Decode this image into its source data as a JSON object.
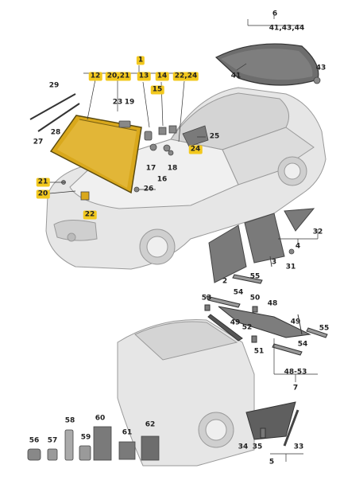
{
  "colors": {
    "highlight": "#f2c81e",
    "glass_yellow": "#d9a81c",
    "glass_dark": "#6d6d6d",
    "car_body": "#e6e6e6"
  },
  "callouts": {
    "c1": "1",
    "c2": "2",
    "c3": "3",
    "c4": "4",
    "c5": "5",
    "c6": "6",
    "c7": "7",
    "c12": "12",
    "c13": "13",
    "c14": "14",
    "c15": "15",
    "c16": "16",
    "c17": "17",
    "c18": "18",
    "c19": "19",
    "c20": "20",
    "c21": "21",
    "c22": "22",
    "c23": "23",
    "c24": "24",
    "c25": "25",
    "c26": "26",
    "c27": "27",
    "c28": "28",
    "c29": "29",
    "c31": "31",
    "c32": "32",
    "c33": "33",
    "c34": "34",
    "c35": "35",
    "c41": "41",
    "c43": "43",
    "c48": "48",
    "c49a": "49",
    "c49b": "49",
    "c50": "50",
    "c51": "51",
    "c52": "52",
    "c53": "53",
    "c54a": "54",
    "c54b": "54",
    "c55a": "55",
    "c55b": "55",
    "c56": "56",
    "c57": "57",
    "c58": "58",
    "c59": "59",
    "c60": "60",
    "c61": "61",
    "c62": "62",
    "c2021": "20,21",
    "c2224": "22,24",
    "c41_43_44": "41,43,44",
    "c48_53": "48-53"
  }
}
